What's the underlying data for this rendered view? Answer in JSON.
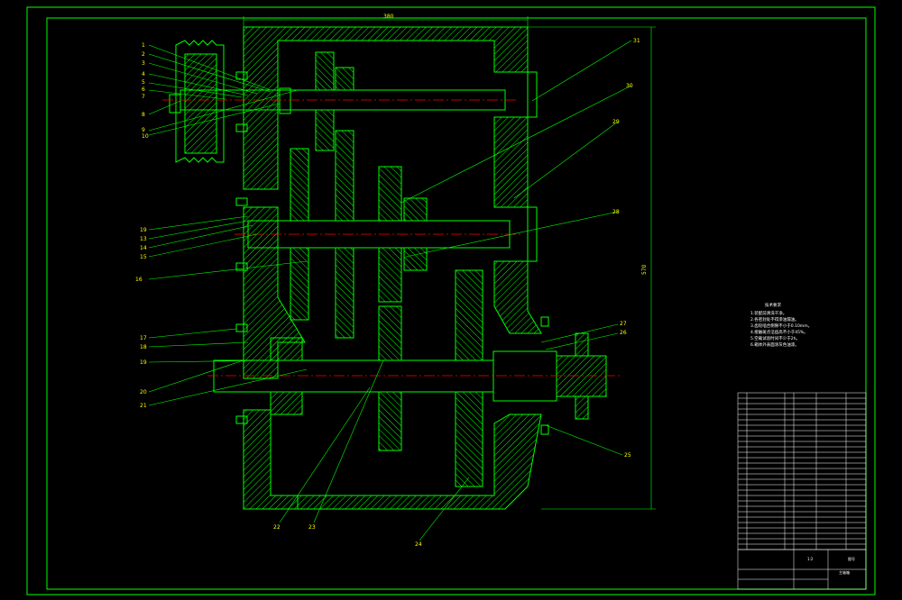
{
  "drawing": {
    "colors": {
      "background": "#000000",
      "outline": "#00ff00",
      "hatch": "#00ff00",
      "centerline": "#ff0000",
      "leader": "#00ff00",
      "label_text": "#ffff00",
      "note_text": "#ffffff"
    },
    "dimensions": {
      "width": "380",
      "height": "570"
    },
    "part_labels": {
      "left_top": [
        "1",
        "2",
        "3",
        "4",
        "5",
        "6",
        "7",
        "8",
        "9",
        "10"
      ],
      "left_mid": [
        "19",
        "13",
        "14",
        "15",
        "16"
      ],
      "left_low": [
        "17",
        "18",
        "19",
        "20",
        "21"
      ],
      "right": [
        "31",
        "30",
        "29",
        "28",
        "27",
        "26",
        "25"
      ],
      "bottom": [
        "22",
        "23",
        "24"
      ]
    },
    "notes": {
      "title": "技术要求",
      "lines": [
        "1.装配前清洗干净。",
        "2.各密封处不得渗油漏油。",
        "3.齿轮啮合侧隙不小于0.10mm。",
        "4.接触斑点沿齿高不小于45%。",
        "5.空载试验时间不少于2h。",
        "6.箱体外表面涂灰色油漆。"
      ]
    },
    "title_block": {
      "main": "主轴箱",
      "scale": "1:2",
      "sheet": "图号"
    }
  }
}
